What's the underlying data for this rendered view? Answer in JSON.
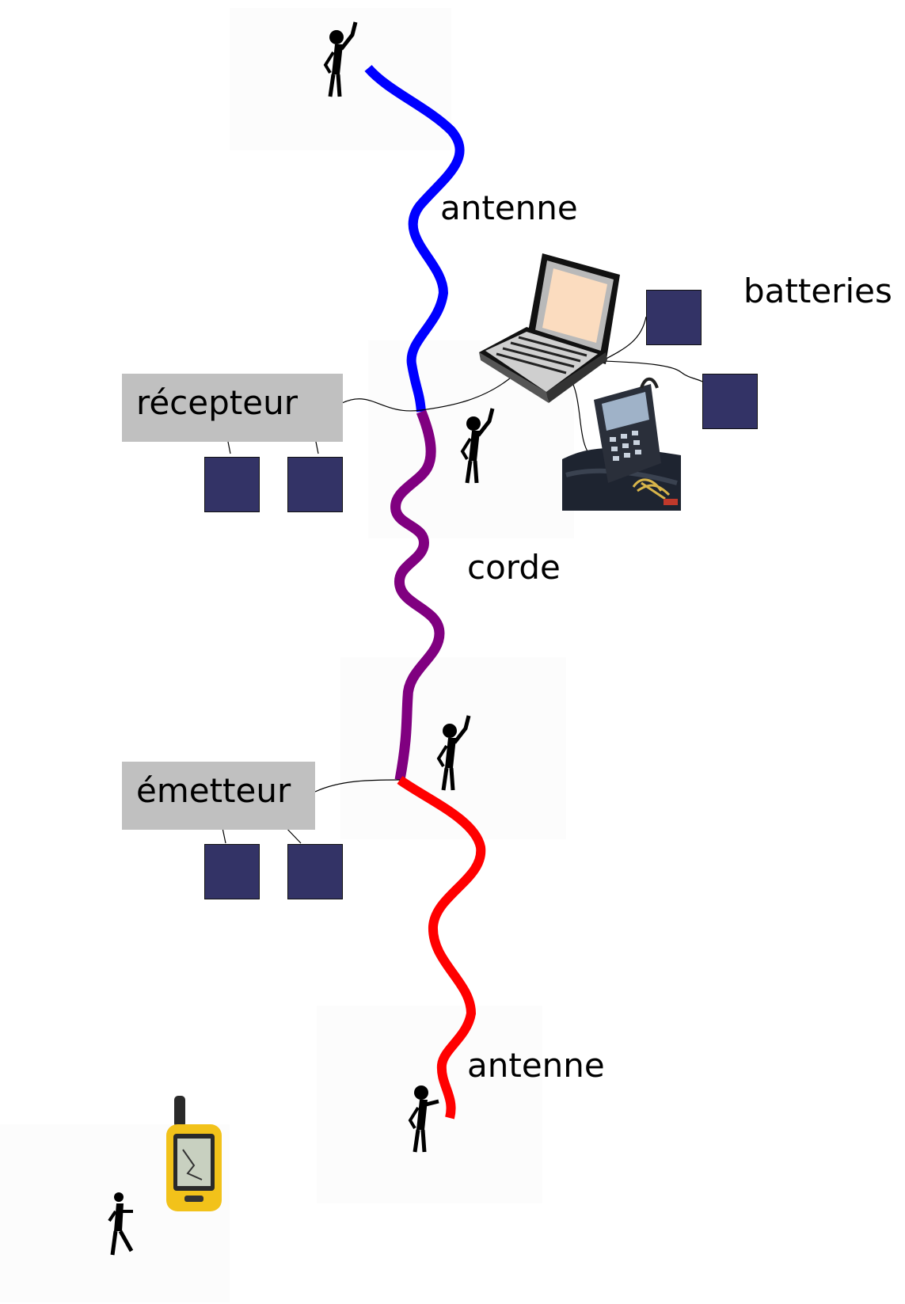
{
  "labels": {
    "antenna_top": "antenne",
    "batteries": "batteries",
    "receiver": "récepteur",
    "rope": "corde",
    "transmitter": "émetteur",
    "antenna_bottom": "antenne"
  },
  "colors": {
    "antenna_top": "#0000ff",
    "rope": "#800080",
    "antenna_bottom": "#ff0000",
    "device_box": "#c0c0c0",
    "battery": "#333366"
  },
  "icons": [
    "person-icon",
    "laptop-icon",
    "multimeter-icon",
    "gps-icon",
    "battery-icon"
  ]
}
